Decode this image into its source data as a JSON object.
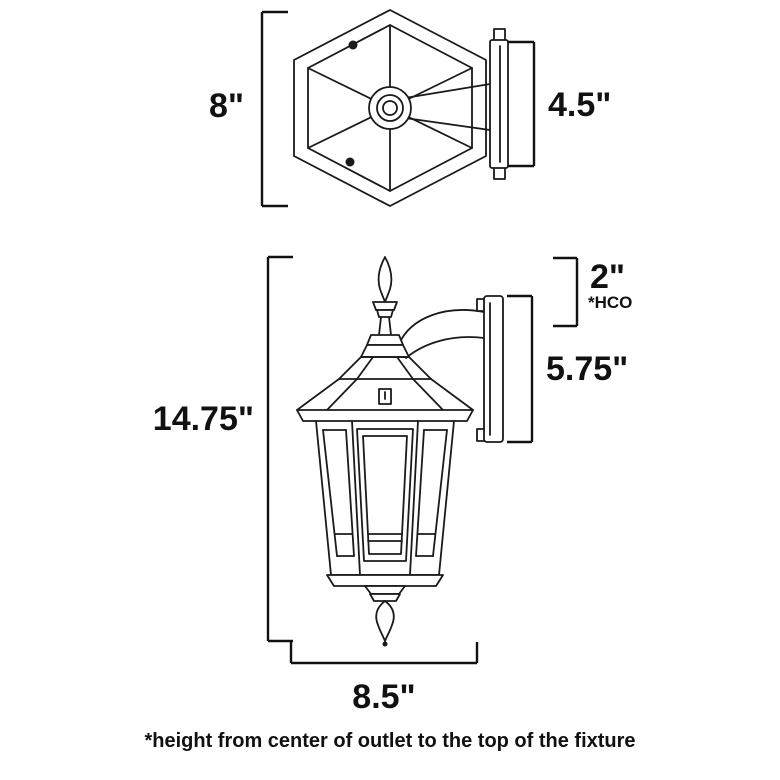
{
  "page": {
    "background": "#ffffff",
    "line_color": "#1a1a1a"
  },
  "top_view": {
    "height_label": "8\"",
    "depth_label": "4.5\""
  },
  "side_view": {
    "overall_height_label": "14.75\"",
    "hco_value_label": "2\"",
    "hco_abbr_label": "*HCO",
    "backplate_height_label": "5.75\"",
    "width_label": "8.5\""
  },
  "footnote": "*height from center of outlet to the top of the fixture"
}
